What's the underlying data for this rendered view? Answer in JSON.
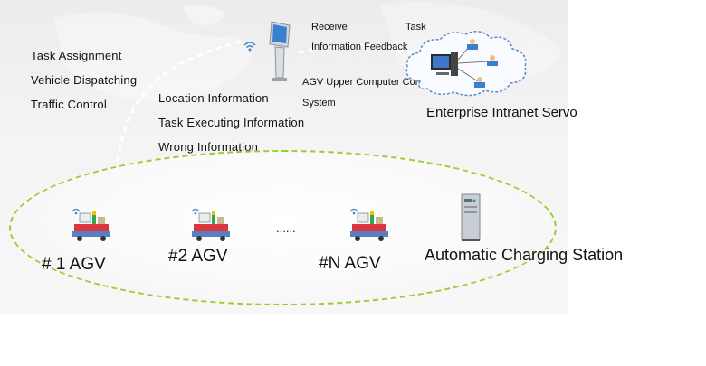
{
  "left_functions": [
    "Task Assignment",
    "Vehicle  Dispatching",
    "Traffic Control"
  ],
  "uplink_info": [
    "Location Information",
    "Task  Executing  Information",
    "Wrong Information"
  ],
  "downlink": {
    "receive": "Receive",
    "task": "Task",
    "feedback": "Information Feedback"
  },
  "upper_system": {
    "line1": "AGV  Upper  Computer  Control",
    "line2": "System"
  },
  "intranet_label": "Enterprise Intranet Servo",
  "agvs": [
    {
      "label": "# 1 AGV"
    },
    {
      "label": "#2 AGV"
    },
    {
      "label": "#N AGV"
    }
  ],
  "ellipsis": "......",
  "charging_station": "Automatic Charging Station",
  "colors": {
    "dashed_border": "#9acd32",
    "background": "#f0f0f0",
    "agv_body": "#d9363e",
    "agv_base": "#5a7fc0"
  }
}
